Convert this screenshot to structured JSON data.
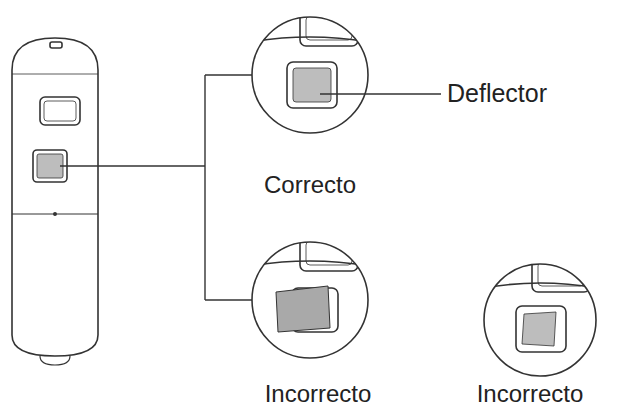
{
  "diagram": {
    "labels": [
      "Deflector",
      "Correcto",
      "Incorrecto",
      "Incorrecto"
    ]
  }
}
